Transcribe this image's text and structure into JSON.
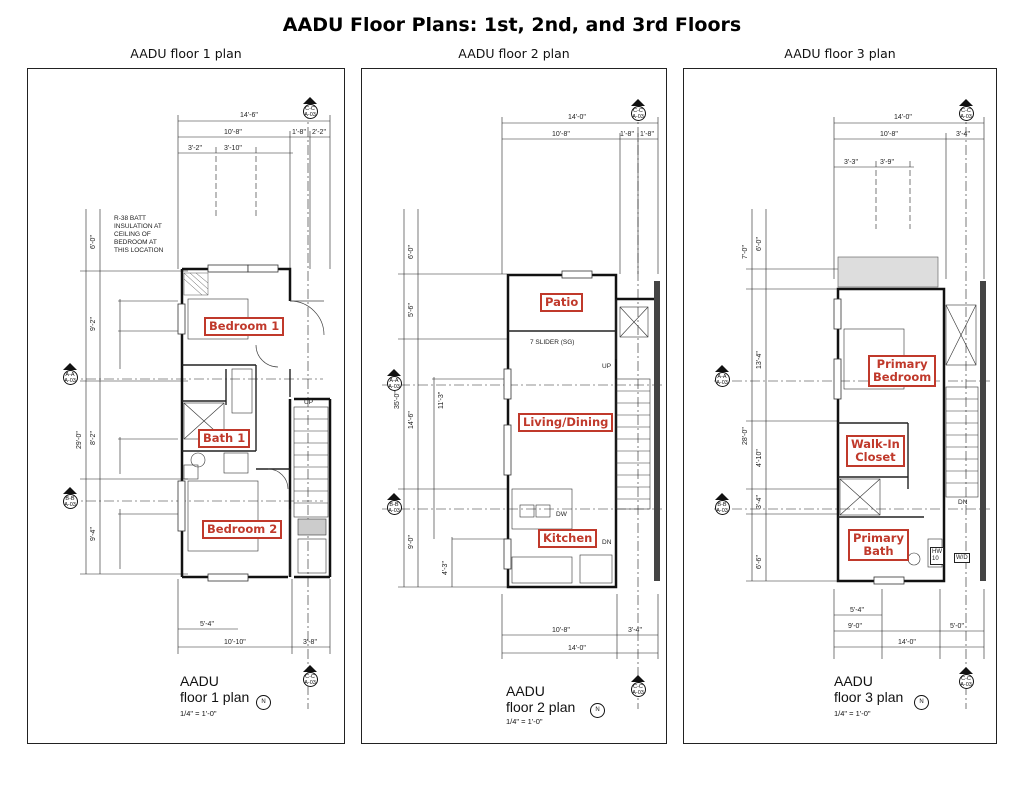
{
  "title": "AADU Floor Plans: 1st, 2nd, and 3rd Floors",
  "panels": [
    {
      "title": "AADU floor 1 plan",
      "rooms": [
        "Bedroom 1",
        "Bath 1",
        "Bedroom 2"
      ],
      "plan_name": "AADU\nfloor 1 plan",
      "scale": "1/4\" = 1'-0\"",
      "note": "R-38 BATT\nINSULATION AT\nCEILING OF\nBEDROOM AT\nTHIS LOCATION",
      "markers": [
        {
          "letter": "C-C",
          "sheet": "A-03"
        },
        {
          "letter": "A-A",
          "sheet": "A-03"
        },
        {
          "letter": "B-B",
          "sheet": "A-03"
        },
        {
          "letter": "C-C",
          "sheet": "A-03"
        }
      ],
      "dims": {
        "top_total": "14'-6\"",
        "top_a": "10'-8\"",
        "top_b": "1'-8\"",
        "top_c": "2'-2\"",
        "top_d": "3'-2\"",
        "top_e": "3'-10\"",
        "left_total": "29'-0\"",
        "left_a": "6'-0\"",
        "left_b": "9'-2\"",
        "left_c": "8'-2\"",
        "left_d": "9'-4\"",
        "bottom_a": "5'-4\"",
        "bottom_b": "10'-10\"",
        "bottom_c": "3'-8\""
      },
      "up": "UP"
    },
    {
      "title": "AADU floor 2 plan",
      "rooms": [
        "Patio",
        "Living/Dining",
        "Kitchen"
      ],
      "plan_name": "AADU\nfloor 2 plan",
      "scale": "1/4\" = 1'-0\"",
      "slider": "7 SLIDER (SG)",
      "dw": "DW",
      "markers": [
        {
          "letter": "C-C",
          "sheet": "A-03"
        },
        {
          "letter": "A-A",
          "sheet": "A-03"
        },
        {
          "letter": "B-B",
          "sheet": "A-03"
        },
        {
          "letter": "C-C",
          "sheet": "A-03"
        }
      ],
      "dims": {
        "top_total": "14'-0\"",
        "top_a": "10'-8\"",
        "top_b": "1'-8\"",
        "top_c": "1'-8\"",
        "left_total": "35'-0\"",
        "left_a": "6'-0\"",
        "left_b": "5'-6\"",
        "left_c": "14'-6\"",
        "left_d": "11'-3\"",
        "left_e": "9'-0\"",
        "left_f": "4'-3\"",
        "bottom_a": "10'-8\"",
        "bottom_b": "3'-4\"",
        "bottom_total": "14'-0\""
      },
      "up": "UP",
      "dn": "DN"
    },
    {
      "title": "AADU floor 3 plan",
      "rooms": [
        "Primary\nBedroom",
        "Walk-In\nCloset",
        "Primary\nBath"
      ],
      "plan_name": "AADU\nfloor 3 plan",
      "scale": "1/4\" = 1'-0\"",
      "markers": [
        {
          "letter": "C-C",
          "sheet": "A-03"
        },
        {
          "letter": "A-A",
          "sheet": "A-03"
        },
        {
          "letter": "B-B",
          "sheet": "A-03"
        },
        {
          "letter": "C-C",
          "sheet": "A-03"
        }
      ],
      "dims": {
        "top_total": "14'-0\"",
        "top_a": "10'-8\"",
        "top_b": "3'-4\"",
        "top_c": "3'-3\"",
        "top_d": "3'-9\"",
        "left_total": "28'-0\"",
        "left_a": "7'-0\"",
        "left_b": "6'-0\"",
        "left_c": "13'-4\"",
        "left_d": "4'-10\"",
        "left_e": "3'-4\"",
        "left_f": "6'-6\"",
        "bottom_a": "5'-4\"",
        "bottom_b": "9'-0\"",
        "bottom_c": "5'-0\"",
        "bottom_total": "14'-0\""
      },
      "dn": "DN",
      "hw": "HW\n10",
      "wd": "W/D"
    }
  ]
}
